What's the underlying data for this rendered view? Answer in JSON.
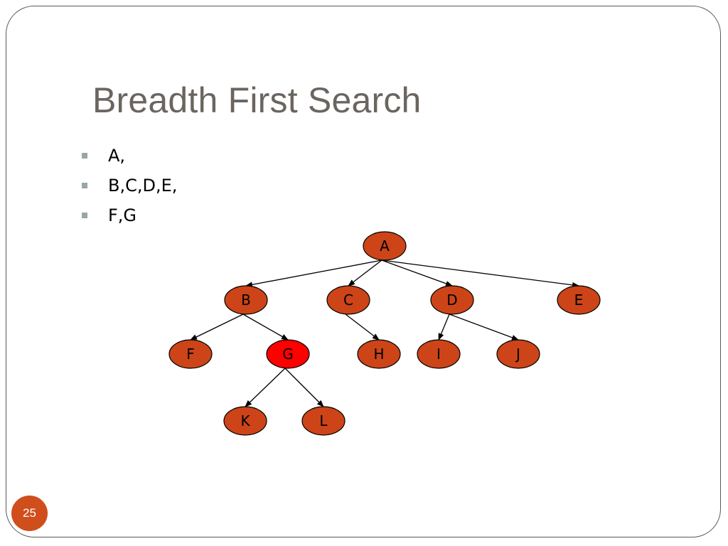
{
  "slide": {
    "title": "Breadth First Search",
    "page_number": "25",
    "bullets": [
      "A,",
      "B,C,D,E,",
      "F,G"
    ]
  },
  "diagram": {
    "type": "tree",
    "node_color": "#cc4418",
    "highlight_color": "#ff0000",
    "nodes": [
      {
        "id": "A",
        "label": "A",
        "highlight": false
      },
      {
        "id": "B",
        "label": "B",
        "highlight": false
      },
      {
        "id": "C",
        "label": "C",
        "highlight": false
      },
      {
        "id": "D",
        "label": "D",
        "highlight": false
      },
      {
        "id": "E",
        "label": "E",
        "highlight": false
      },
      {
        "id": "F",
        "label": "F",
        "highlight": false
      },
      {
        "id": "G",
        "label": "G",
        "highlight": true
      },
      {
        "id": "H",
        "label": "H",
        "highlight": false
      },
      {
        "id": "I",
        "label": "I",
        "highlight": false
      },
      {
        "id": "J",
        "label": "J",
        "highlight": false
      },
      {
        "id": "K",
        "label": "K",
        "highlight": false
      },
      {
        "id": "L",
        "label": "L",
        "highlight": false
      }
    ],
    "edges": [
      [
        "A",
        "B"
      ],
      [
        "A",
        "C"
      ],
      [
        "A",
        "D"
      ],
      [
        "A",
        "E"
      ],
      [
        "B",
        "F"
      ],
      [
        "B",
        "G"
      ],
      [
        "C",
        "H"
      ],
      [
        "D",
        "I"
      ],
      [
        "D",
        "J"
      ],
      [
        "G",
        "K"
      ],
      [
        "G",
        "L"
      ]
    ]
  }
}
